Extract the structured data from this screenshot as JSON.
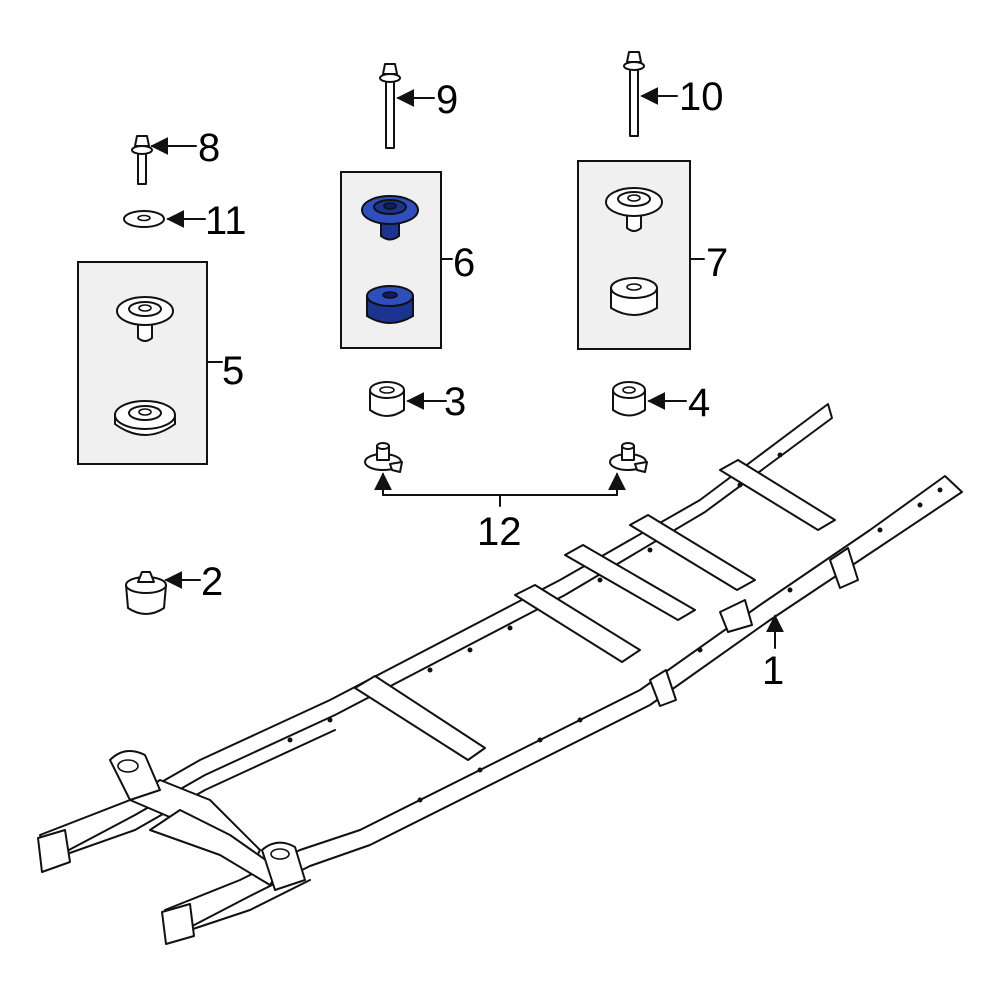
{
  "colors": {
    "highlight": "#2f4fbf",
    "highlight_dark": "#1a3490",
    "line": "#111111",
    "box_fill": "#f0f0f0"
  },
  "callouts": {
    "part_1": "1",
    "part_2": "2",
    "part_3": "3",
    "part_4": "4",
    "part_5": "5",
    "part_6": "6",
    "part_7": "7",
    "part_8": "8",
    "part_9": "9",
    "part_10": "10",
    "part_11": "11",
    "part_12": "12"
  },
  "highlighted_parts": [
    "6"
  ]
}
